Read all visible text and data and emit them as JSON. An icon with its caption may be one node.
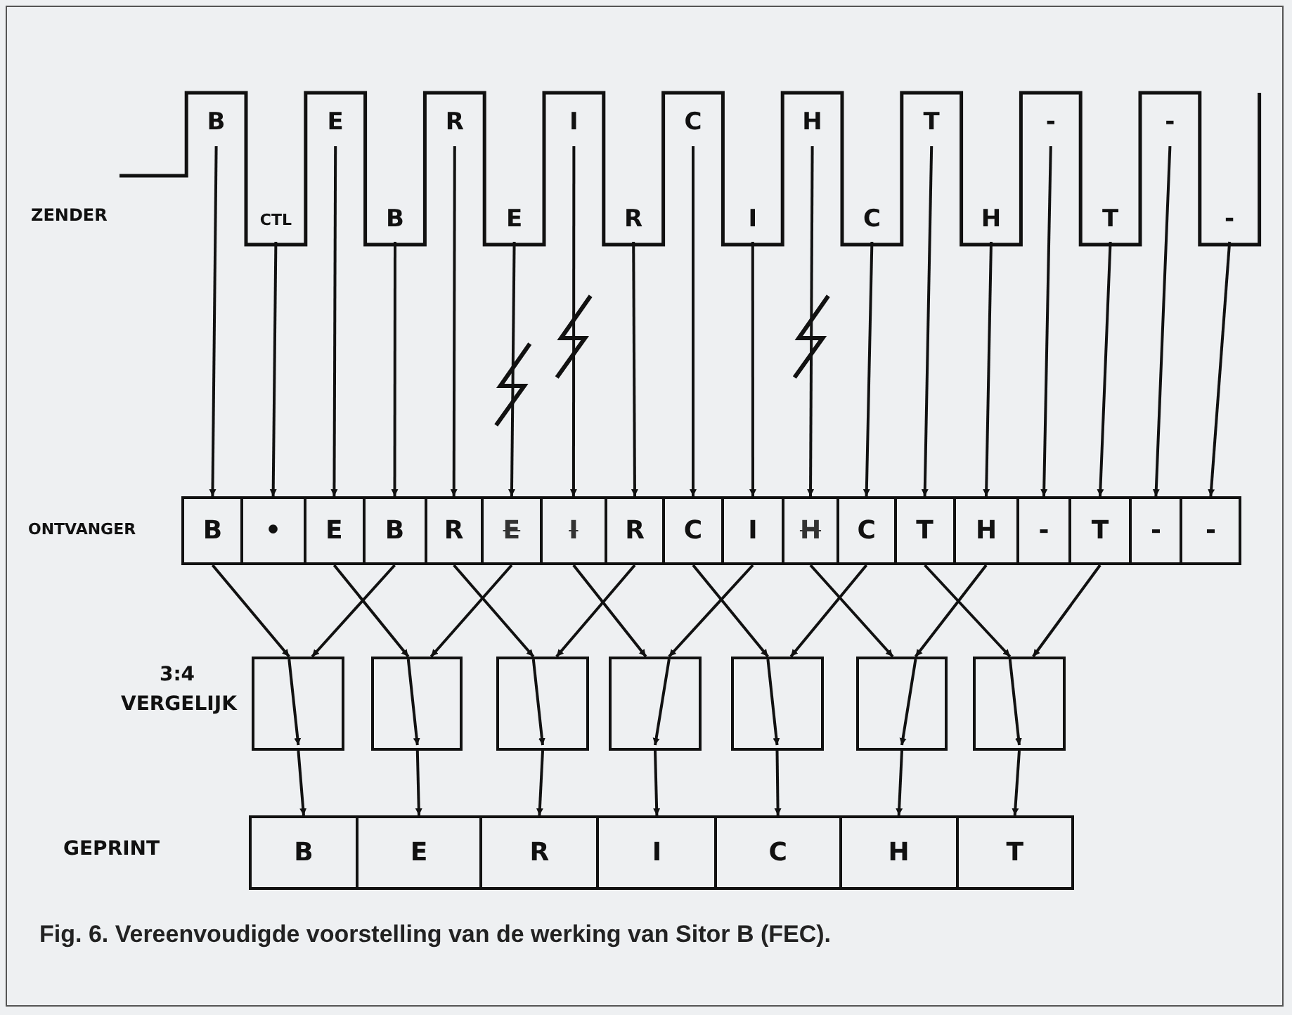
{
  "diagram": {
    "caption": "Fig. 6. Vereenvoudigde voorstelling van de werking van Sitor B (FEC).",
    "nodes": [
      {
        "text": [
          "B"
        ]
      },
      {
        "text": [
          "CTL"
        ]
      },
      {
        "text": [
          "E"
        ]
      },
      {
        "text": [
          "B"
        ]
      },
      {
        "text": [
          "R"
        ]
      },
      {
        "text": [
          "E"
        ]
      },
      {
        "text": [
          "I"
        ]
      },
      {
        "text": [
          "R"
        ]
      },
      {
        "text": [
          "C"
        ]
      },
      {
        "text": [
          "I"
        ]
      },
      {
        "text": [
          "H"
        ]
      },
      {
        "text": [
          "C"
        ]
      },
      {
        "text": [
          "T"
        ]
      },
      {
        "text": [
          "H"
        ]
      },
      {
        "text": [
          "-"
        ]
      },
      {
        "text": [
          "T"
        ]
      },
      {
        "text": [
          "-"
        ]
      },
      {
        "text": [
          "-"
        ]
      },
      {
        "text": [
          "B"
        ]
      },
      {
        "text": [
          "•"
        ]
      },
      {
        "text": [
          "E"
        ]
      },
      {
        "text": [
          "B"
        ]
      },
      {
        "text": [
          "R"
        ]
      },
      {
        "text": [
          "E"
        ]
      },
      {
        "text": [
          "I"
        ]
      },
      {
        "text": [
          "R"
        ]
      },
      {
        "text": [
          "C"
        ]
      },
      {
        "text": [
          "I"
        ]
      },
      {
        "text": [
          "H"
        ]
      },
      {
        "text": [
          "C"
        ]
      },
      {
        "text": [
          "T"
        ]
      },
      {
        "text": [
          "H"
        ]
      },
      {
        "text": [
          "-"
        ]
      },
      {
        "text": [
          "T"
        ]
      },
      {
        "text": [
          "-"
        ]
      },
      {
        "text": [
          "-"
        ]
      },
      {
        "text": [],
        "shape": "box"
      },
      {
        "text": [],
        "shape": "box"
      },
      {
        "text": [],
        "shape": "box"
      },
      {
        "text": [],
        "shape": "box"
      },
      {
        "text": [],
        "shape": "box"
      },
      {
        "text": [],
        "shape": "box"
      },
      {
        "text": [],
        "shape": "box"
      },
      {
        "text": [
          "B"
        ]
      },
      {
        "text": [
          "E"
        ]
      },
      {
        "text": [
          "R"
        ]
      },
      {
        "text": [
          "I"
        ]
      },
      {
        "text": [
          "C"
        ]
      },
      {
        "text": [
          "H"
        ]
      },
      {
        "text": [
          "T"
        ]
      }
    ],
    "edges": [
      {
        "from": 0,
        "to": 18,
        "arrow": "to"
      },
      {
        "from": 1,
        "to": 19,
        "arrow": "to"
      },
      {
        "from": 2,
        "to": 20,
        "arrow": "to"
      },
      {
        "from": 3,
        "to": 21,
        "arrow": "to"
      },
      {
        "from": 4,
        "to": 22,
        "arrow": "to"
      },
      {
        "from": 5,
        "to": 23,
        "arrow": "to"
      },
      {
        "from": 6,
        "to": 24,
        "arrow": "to"
      },
      {
        "from": 7,
        "to": 25,
        "arrow": "to"
      },
      {
        "from": 8,
        "to": 26,
        "arrow": "to"
      },
      {
        "from": 9,
        "to": 27,
        "arrow": "to"
      },
      {
        "from": 10,
        "to": 28,
        "arrow": "to"
      },
      {
        "from": 11,
        "to": 29,
        "arrow": "to"
      },
      {
        "from": 12,
        "to": 30,
        "arrow": "to"
      },
      {
        "from": 13,
        "to": 31,
        "arrow": "to"
      },
      {
        "from": 14,
        "to": 32,
        "arrow": "to"
      },
      {
        "from": 15,
        "to": 33,
        "arrow": "to"
      },
      {
        "from": 16,
        "to": 34,
        "arrow": "to"
      },
      {
        "from": 17,
        "to": 35,
        "arrow": "to"
      },
      {
        "from": 18,
        "to": 36,
        "arrow": "to"
      },
      {
        "from": 21,
        "to": 36,
        "arrow": "to"
      },
      {
        "from": 20,
        "to": 37,
        "arrow": "to"
      },
      {
        "from": 23,
        "to": 37,
        "arrow": "to"
      },
      {
        "from": 22,
        "to": 38,
        "arrow": "to"
      },
      {
        "from": 25,
        "to": 38,
        "arrow": "to"
      },
      {
        "from": 24,
        "to": 39,
        "arrow": "to"
      },
      {
        "from": 27,
        "to": 39,
        "arrow": "to"
      },
      {
        "from": 26,
        "to": 40,
        "arrow": "to"
      },
      {
        "from": 29,
        "to": 40,
        "arrow": "to"
      },
      {
        "from": 28,
        "to": 41,
        "arrow": "to"
      },
      {
        "from": 31,
        "to": 41,
        "arrow": "to"
      },
      {
        "from": 30,
        "to": 42,
        "arrow": "to"
      },
      {
        "from": 33,
        "to": 42,
        "arrow": "to"
      },
      {
        "from": 36,
        "to": 43,
        "arrow": "to"
      },
      {
        "from": 37,
        "to": 44,
        "arrow": "to"
      },
      {
        "from": 38,
        "to": 45,
        "arrow": "to"
      },
      {
        "from": 39,
        "to": 46,
        "arrow": "to"
      },
      {
        "from": 40,
        "to": 47,
        "arrow": "to"
      },
      {
        "from": 41,
        "to": 48,
        "arrow": "to"
      },
      {
        "from": 42,
        "to": 49,
        "arrow": "to"
      }
    ],
    "labels": [
      "ZENDER",
      "ONTVANGER",
      "3:4 VERGELIJK",
      "GEPRINT"
    ]
  }
}
